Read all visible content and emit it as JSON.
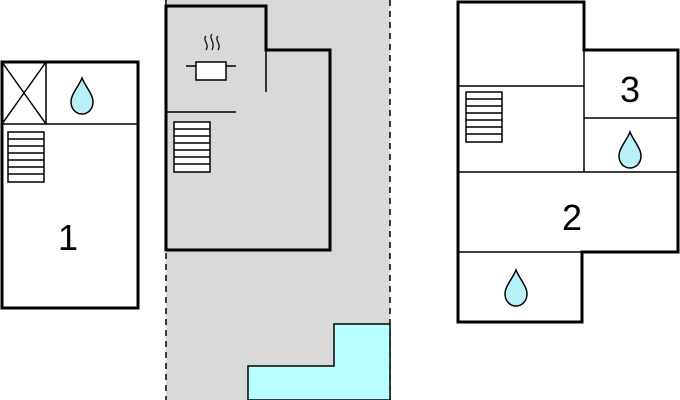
{
  "colors": {
    "outdoor_area": "#d9d9d9",
    "pool": "#b8ffff",
    "water_drop": "#b8f0f8",
    "wall": "#000000",
    "background": "#ffffff"
  },
  "rooms": [
    {
      "id": "room-1",
      "label": "1"
    },
    {
      "id": "room-2",
      "label": "2"
    },
    {
      "id": "room-3",
      "label": "3"
    }
  ],
  "icons": [
    "storage-box-icon",
    "water-drop-icon",
    "staircase-icon",
    "cooking-pot-icon"
  ]
}
